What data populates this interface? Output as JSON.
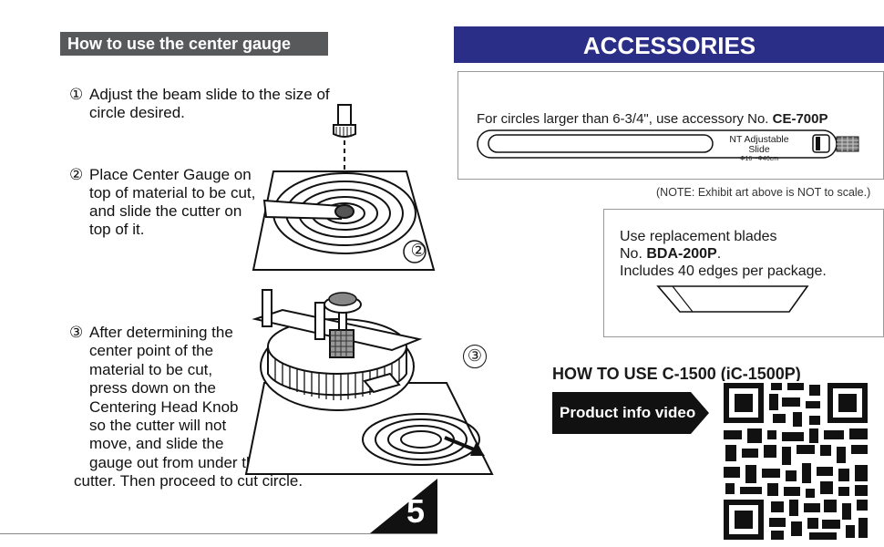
{
  "left": {
    "heading": "How to use the center gauge",
    "step1": {
      "num": "①",
      "line1": "Adjust the beam slide to the size of",
      "line2": "circle desired."
    },
    "step2": {
      "num": "②",
      "line1": "Place Center Gauge on",
      "line2": "top of material to be cut,",
      "line3": "and slide the cutter on",
      "line4": "top of it."
    },
    "step3": {
      "num": "③",
      "line1": "After determining the",
      "line2": "center point of the",
      "line3": "material to be cut,",
      "line4": "press down on the",
      "line5": "Centering Head Knob",
      "line6": "so the cutter will not",
      "line7": "move, and slide the",
      "line8": "gauge out from under the",
      "line9": "cutter. Then proceed to cut circle."
    },
    "fig2_label": "②",
    "fig3_label": "③",
    "page_number": "5"
  },
  "accessories": {
    "title": "ACCESSORIES",
    "text_prefix": "For circles larger than 6-3/4\", use accessory No. ",
    "part_no": "CE-700P",
    "slide_label": "NT Adjustable Slide",
    "slide_range": "Φ16 ~Φ40cm",
    "note": "(NOTE: Exhibit art above is NOT to scale.)"
  },
  "blades": {
    "line1": "Use replacement blades",
    "line2_prefix": "No. ",
    "part_no": "BDA-200P",
    "line2_suffix": ".",
    "line3": "Includes 40 edges per package."
  },
  "howto": {
    "title": "HOW TO USE C-1500 (iC-1500P)",
    "video_label": "Product info video"
  },
  "colors": {
    "accent": "#2b2e86",
    "heading_bg": "#58595b",
    "button_bg": "#111111"
  },
  "icons": [
    "qr-code-icon",
    "arrow-right-icon"
  ]
}
